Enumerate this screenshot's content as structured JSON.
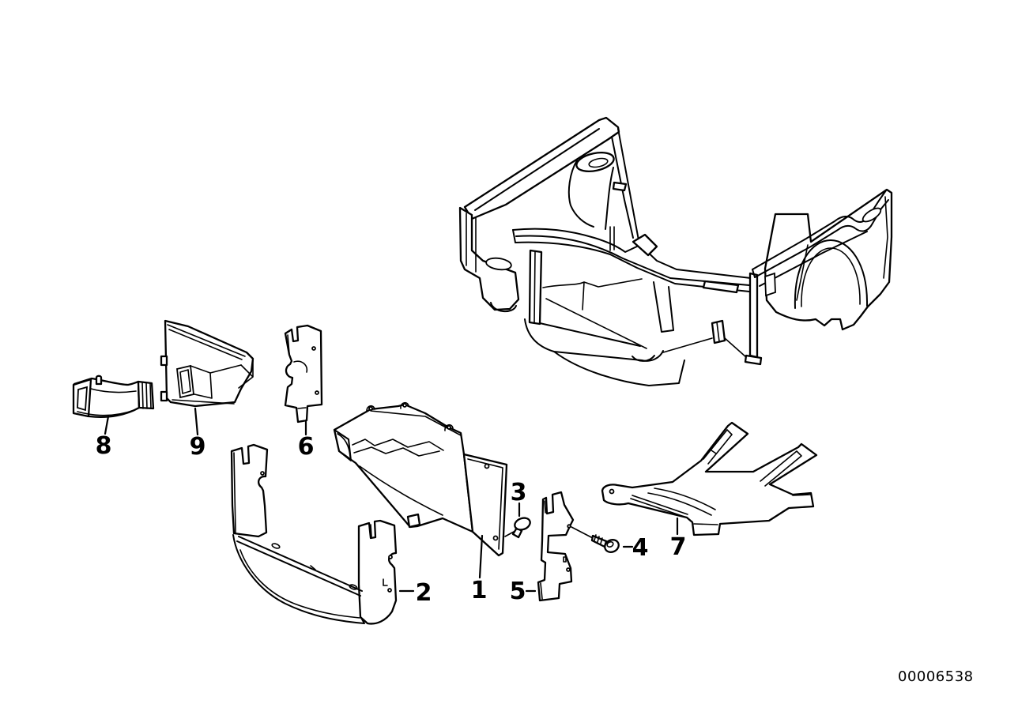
{
  "diagram": {
    "type": "exploded-parts-line-drawing",
    "background_color": "#ffffff",
    "line_color": "#000000",
    "drawing_id": "00006538",
    "callouts": [
      {
        "number": "1"
      },
      {
        "number": "2"
      },
      {
        "number": "3"
      },
      {
        "number": "4"
      },
      {
        "number": "5"
      },
      {
        "number": "6"
      },
      {
        "number": "7"
      },
      {
        "number": "8"
      },
      {
        "number": "9"
      }
    ]
  }
}
